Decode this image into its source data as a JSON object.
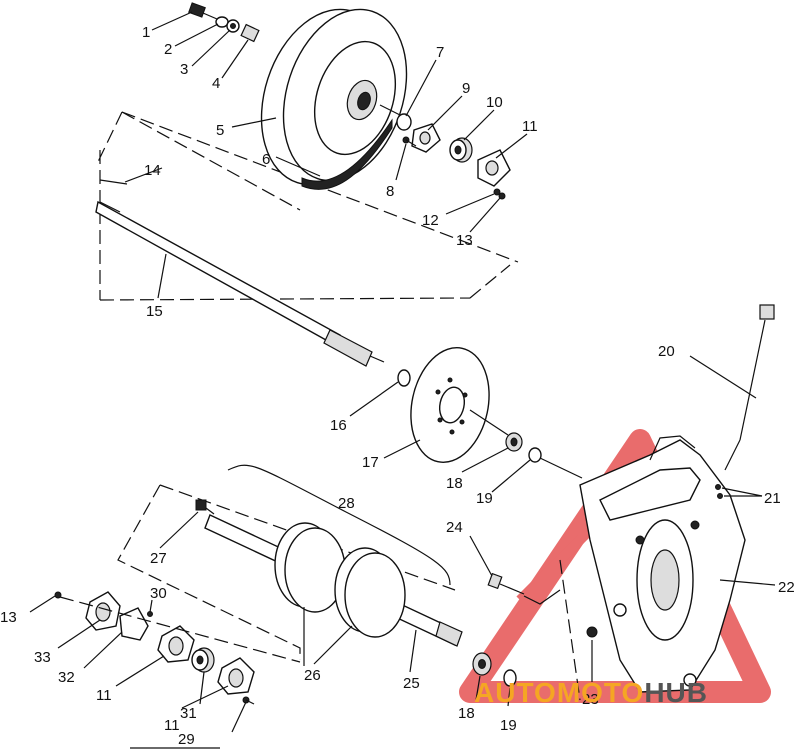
{
  "callouts": [
    "1",
    "2",
    "3",
    "4",
    "5",
    "6",
    "7",
    "8",
    "9",
    "10",
    "11",
    "12",
    "13",
    "14",
    "15",
    "16",
    "17",
    "18",
    "19",
    "20",
    "21",
    "22",
    "23",
    "24",
    "25",
    "26",
    "27",
    "28",
    "29",
    "30",
    "31",
    "32",
    "33"
  ],
  "repeated": {
    "11b": "11",
    "11c": "11",
    "13b": "13",
    "18b": "18",
    "19b": "19"
  },
  "watermark": {
    "part1": "AUTO",
    "part2": "MOTO",
    "part3": "HUB",
    "color_orange": "#f5a623",
    "color_red": "#e23b3b",
    "color_gray": "#555555"
  }
}
